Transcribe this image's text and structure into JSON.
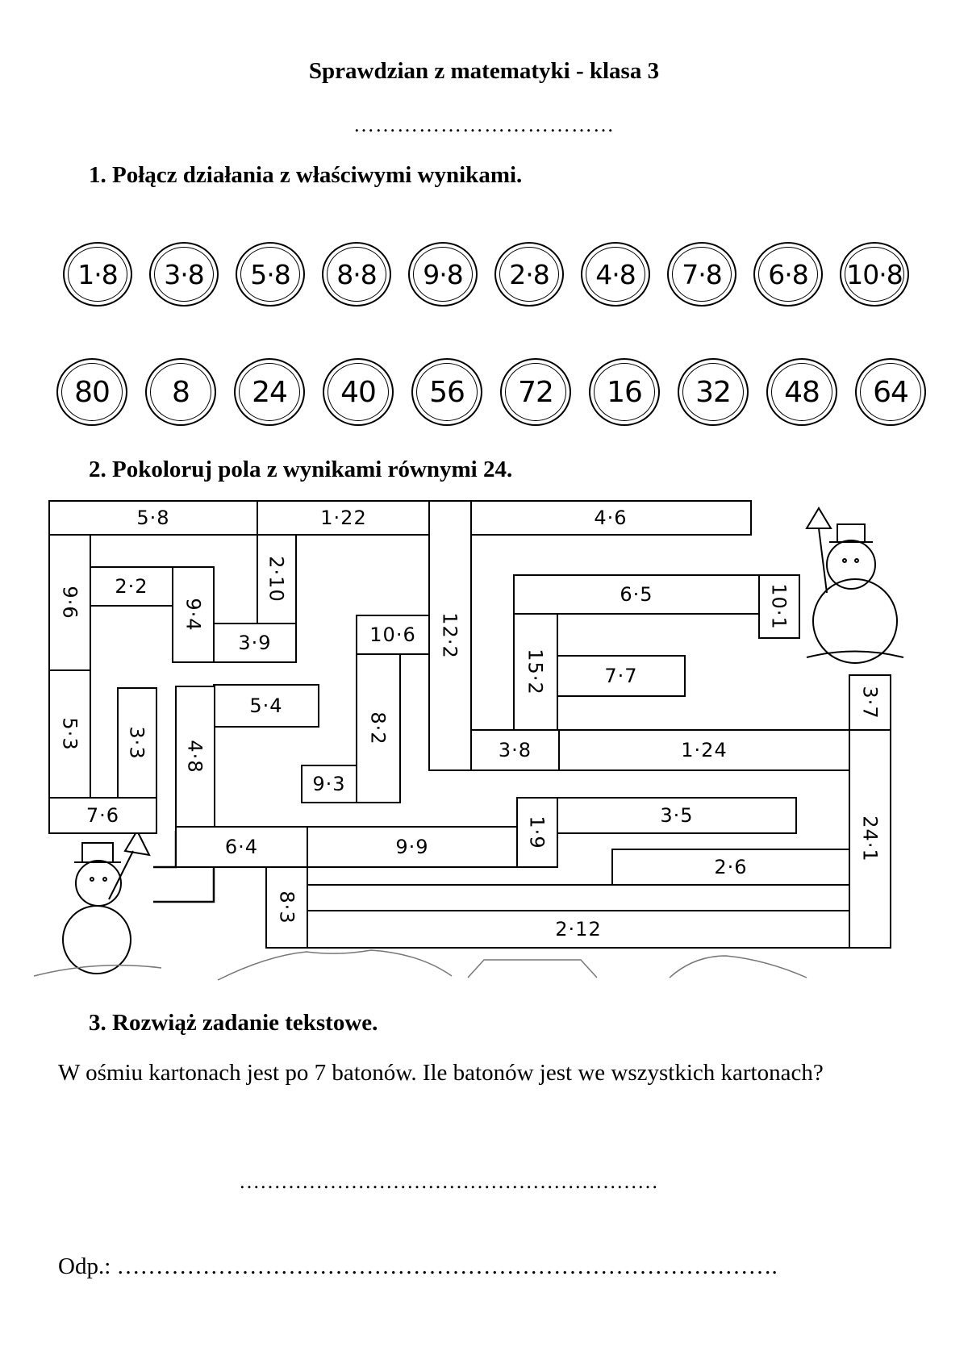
{
  "header": {
    "title": "Sprawdzian z matematyki - klasa 3",
    "name_dots": "………………………………"
  },
  "task1": {
    "heading": "1. Połącz działania z właściwymi wynikami.",
    "operations": [
      "1·8",
      "3·8",
      "5·8",
      "8·8",
      "9·8",
      "2·8",
      "4·8",
      "7·8",
      "6·8",
      "10·8"
    ],
    "results": [
      "80",
      "8",
      "24",
      "40",
      "56",
      "72",
      "16",
      "32",
      "48",
      "64"
    ]
  },
  "task2": {
    "heading": "2. Pokoloruj pola z wynikami równymi 24.",
    "cells": [
      "5·8",
      "1·22",
      "4·6",
      "9·6",
      "2·2",
      "9·4",
      "2·10",
      "3·9",
      "10·6",
      "12·2",
      "6·5",
      "10·1",
      "15·2",
      "7·7",
      "5·4",
      "5·3",
      "3·3",
      "4·8",
      "8·2",
      "3·8",
      "1·24",
      "3·7",
      "9·3",
      "7·6",
      "6·4",
      "9·9",
      "1·9",
      "3·5",
      "2·6",
      "24·1",
      "8·3",
      "2·12"
    ]
  },
  "task3": {
    "heading": "3. Rozwiąż zadanie tekstowe.",
    "story": "W ośmiu kartonach jest po 7 batonów. Ile batonów jest we wszystkich kartonach?",
    "calc_dots": "……………………………………………………",
    "answer_label": "Odp.:",
    "answer_dots": "…………………………………………………………………………."
  }
}
